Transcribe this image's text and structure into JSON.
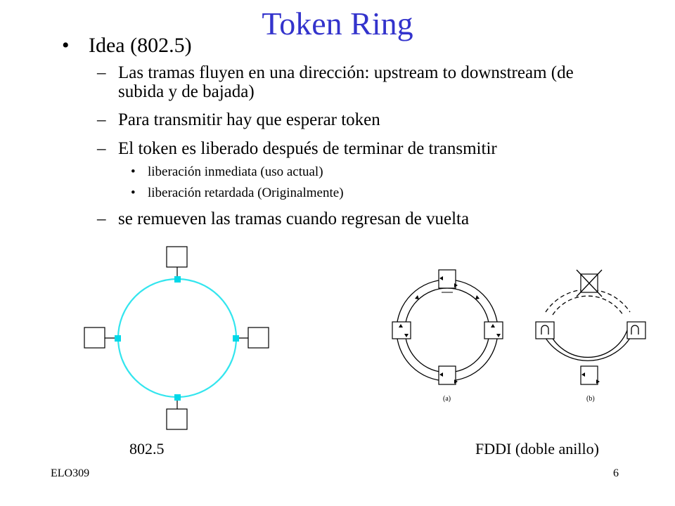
{
  "slide": {
    "title": "Token Ring",
    "bullets": {
      "main": {
        "marker": "•",
        "text": "Idea (802.5)"
      },
      "sub": [
        {
          "marker": "–",
          "text": "Las tramas fluyen en una dirección: upstream to downstream (de subida y de bajada)"
        },
        {
          "marker": "–",
          "text": "Para transmitir hay que esperar token"
        },
        {
          "marker": "–",
          "text": "El token es liberado después de terminar de transmitir"
        },
        {
          "marker": "–",
          "text": "se remueven las tramas cuando regresan de vuelta"
        }
      ],
      "subsub": [
        {
          "marker": "•",
          "text": "liberación inmediata (uso actual)"
        },
        {
          "marker": "•",
          "text": "liberación retardada (Originalmente)"
        }
      ]
    },
    "diagrams": {
      "ring_8025": {
        "caption": "802.5",
        "ring_color": "#33e5ee",
        "node_color": "#00d8e8"
      },
      "fddi": {
        "caption": "FDDI (doble anillo)",
        "label_a": "(a)",
        "label_b": "(b)"
      }
    },
    "footer": {
      "left": "ELO309",
      "right": "6"
    }
  }
}
